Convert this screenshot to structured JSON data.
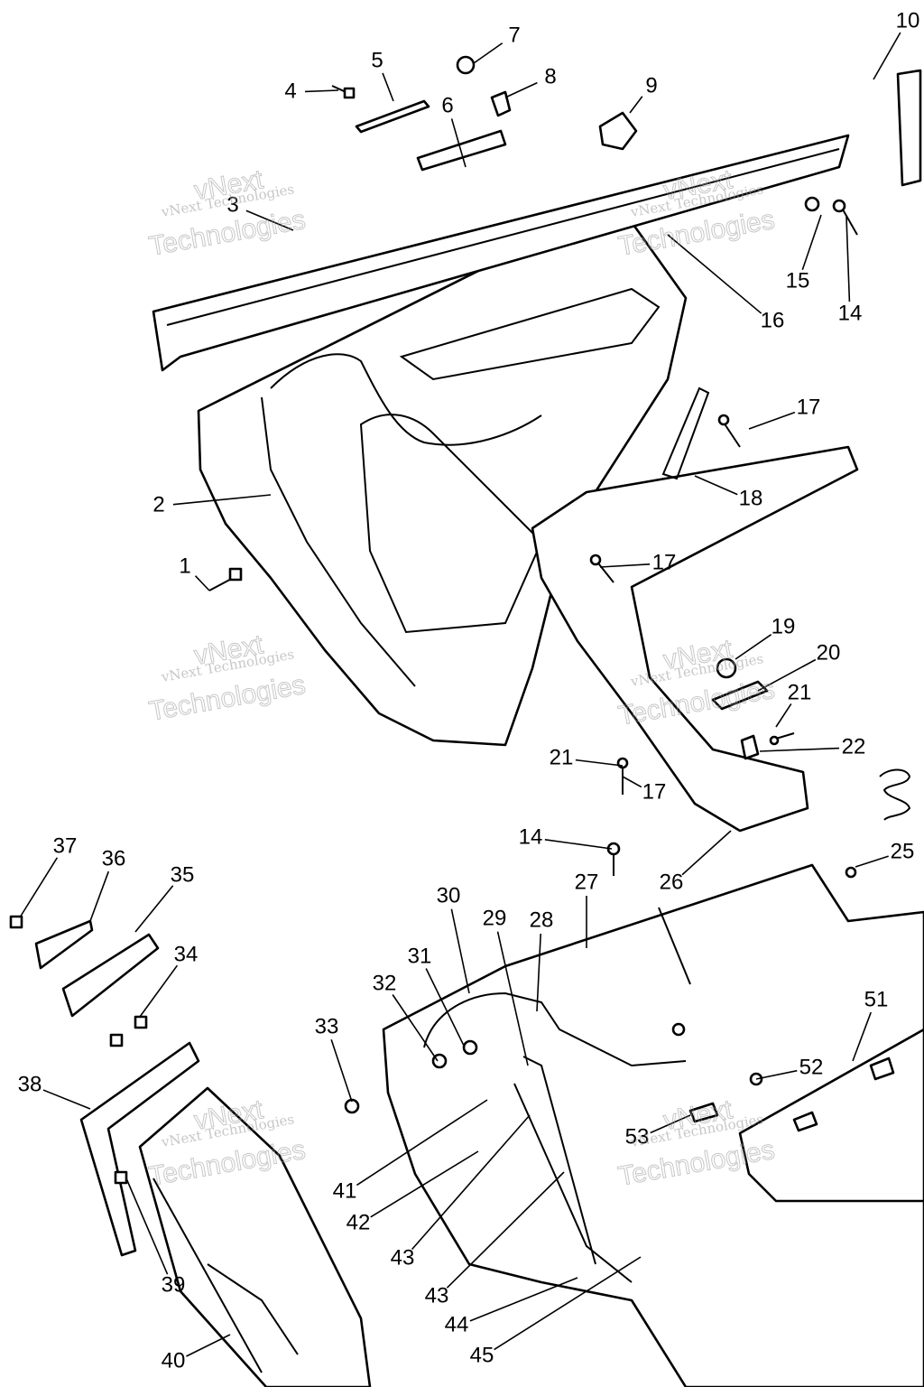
{
  "diagram": {
    "callouts": [
      "1",
      "2",
      "3",
      "4",
      "5",
      "6",
      "7",
      "8",
      "9",
      "10",
      "14",
      "15",
      "16",
      "17",
      "17",
      "17",
      "18",
      "19",
      "20",
      "21",
      "21",
      "22",
      "14",
      "25",
      "26",
      "27",
      "28",
      "29",
      "30",
      "31",
      "32",
      "33",
      "34",
      "35",
      "36",
      "37",
      "38",
      "39",
      "40",
      "41",
      "42",
      "43",
      "43",
      "44",
      "45",
      "51",
      "52",
      "53"
    ],
    "watermarks": [
      {
        "line1": "vNext Technologies",
        "line2": "vNext",
        "line3": "Technologies"
      },
      {
        "line1": "vNext Technologies",
        "line2": "vNext",
        "line3": "Technologies"
      },
      {
        "line1": "vNext Technologies",
        "line2": "vNext",
        "line3": "Technologies"
      },
      {
        "line1": "vNext Technologies",
        "line2": "vNext",
        "line3": "Technologies"
      },
      {
        "line1": "vNext Technologies",
        "line2": "vNext",
        "line3": "Technologies"
      },
      {
        "line1": "vNext Technologies",
        "line2": "vNext",
        "line3": "Technologies"
      }
    ]
  }
}
